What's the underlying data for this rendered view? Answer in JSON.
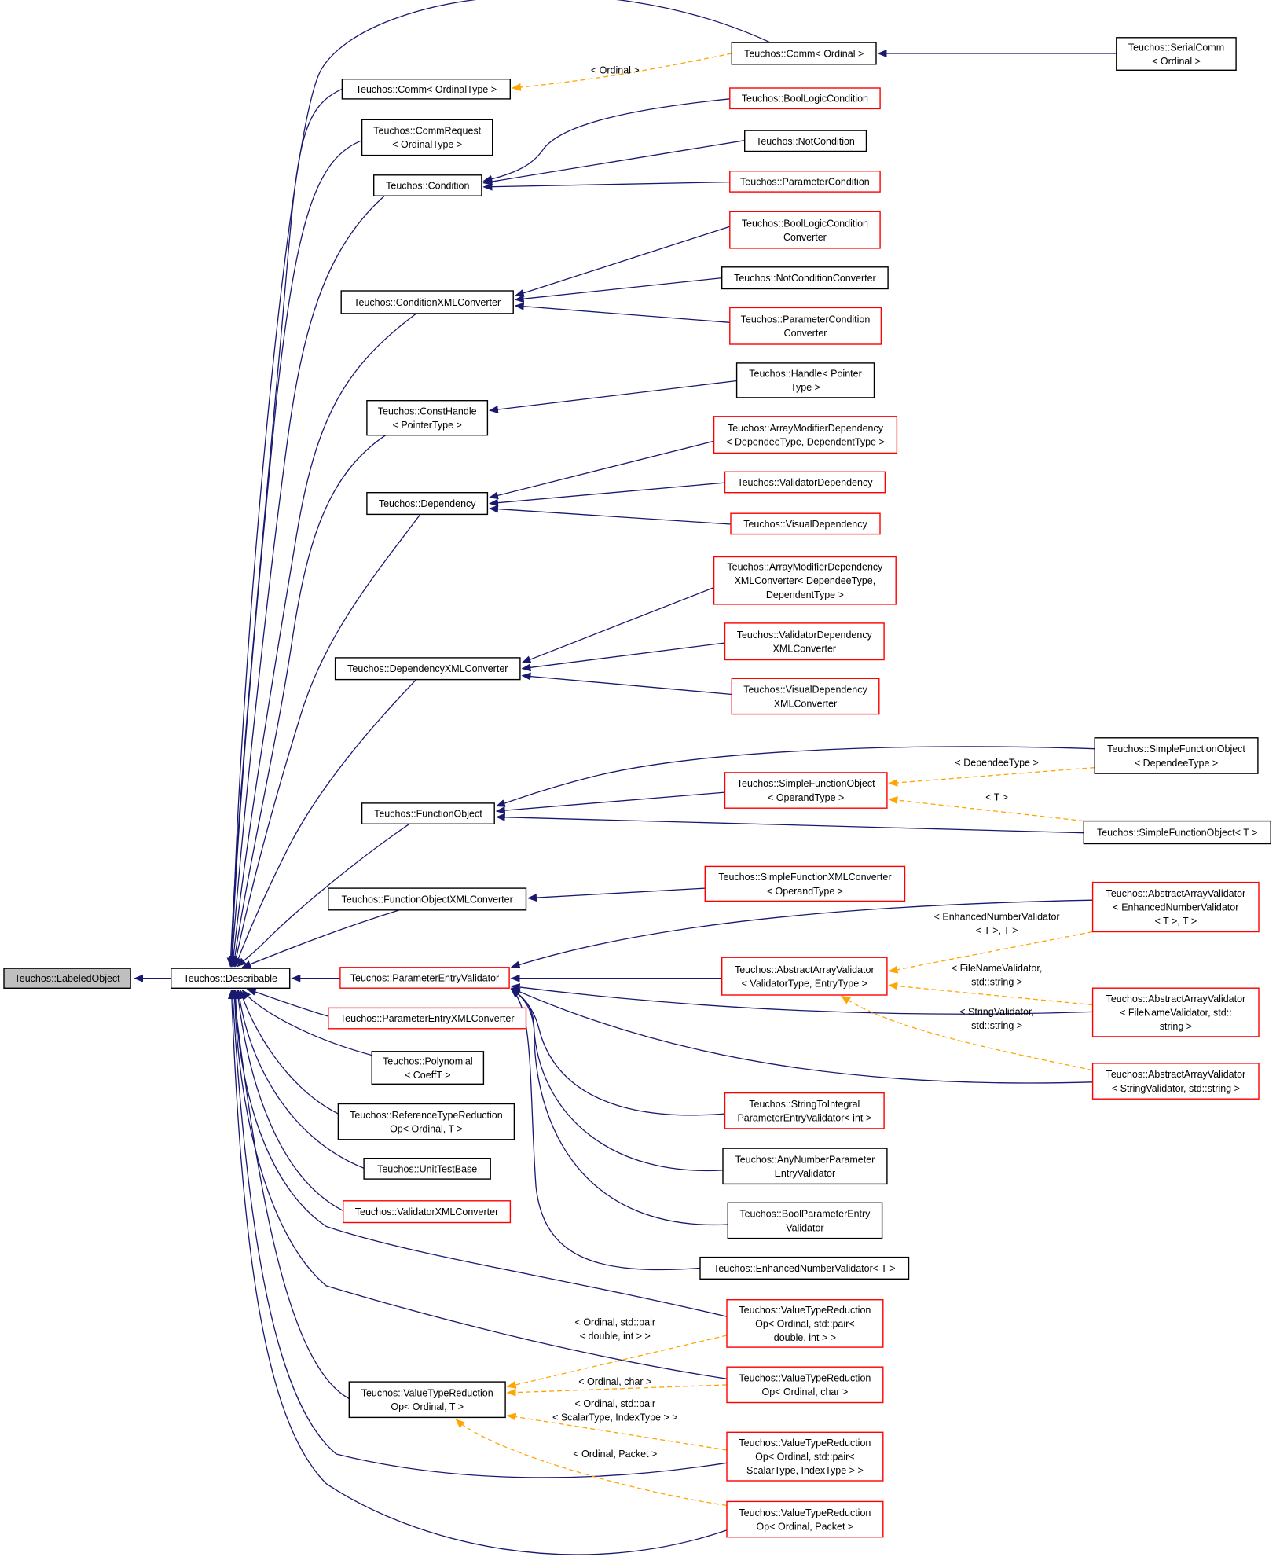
{
  "colors": {
    "inherit_edge": "#191970",
    "template_edge": "#ffa500",
    "documented_border": "#000000",
    "undocumented_border": "#ff0000",
    "root_fill": "#bfbfbf",
    "node_fill": "#ffffff"
  },
  "nodes": {
    "labeledobject": {
      "lines": [
        "Teuchos::LabeledObject"
      ],
      "style": "root"
    },
    "describable": {
      "lines": [
        "Teuchos::Describable"
      ],
      "style": "black"
    },
    "comm_ordinaltype": {
      "lines": [
        "Teuchos::Comm< OrdinalType >"
      ],
      "style": "black"
    },
    "comm_ordinal": {
      "lines": [
        "Teuchos::Comm< Ordinal >"
      ],
      "style": "black"
    },
    "serialcomm": {
      "lines": [
        "Teuchos::SerialComm",
        "< Ordinal >"
      ],
      "style": "black"
    },
    "commrequest": {
      "lines": [
        "Teuchos::CommRequest",
        "< OrdinalType >"
      ],
      "style": "black"
    },
    "condition": {
      "lines": [
        "Teuchos::Condition"
      ],
      "style": "black"
    },
    "boollogiccondition": {
      "lines": [
        "Teuchos::BoolLogicCondition"
      ],
      "style": "red"
    },
    "notcondition": {
      "lines": [
        "Teuchos::NotCondition"
      ],
      "style": "black"
    },
    "parametercondition": {
      "lines": [
        "Teuchos::ParameterCondition"
      ],
      "style": "red"
    },
    "conditionxmlconverter": {
      "lines": [
        "Teuchos::ConditionXMLConverter"
      ],
      "style": "black"
    },
    "boollogicconditionconverter": {
      "lines": [
        "Teuchos::BoolLogicCondition",
        "Converter"
      ],
      "style": "red"
    },
    "notconditionconverter": {
      "lines": [
        "Teuchos::NotConditionConverter"
      ],
      "style": "black"
    },
    "parameterconditionconverter": {
      "lines": [
        "Teuchos::ParameterCondition",
        "Converter"
      ],
      "style": "red"
    },
    "consthandle": {
      "lines": [
        "Teuchos::ConstHandle",
        "< PointerType >"
      ],
      "style": "black"
    },
    "handle": {
      "lines": [
        "Teuchos::Handle< Pointer",
        "Type >"
      ],
      "style": "black"
    },
    "dependency": {
      "lines": [
        "Teuchos::Dependency"
      ],
      "style": "black"
    },
    "arraymodifierdependency": {
      "lines": [
        "Teuchos::ArrayModifierDependency",
        "< DependeeType, DependentType >"
      ],
      "style": "red"
    },
    "validatordependency": {
      "lines": [
        "Teuchos::ValidatorDependency"
      ],
      "style": "red"
    },
    "visualdependency": {
      "lines": [
        "Teuchos::VisualDependency"
      ],
      "style": "red"
    },
    "dependencyxmlconverter": {
      "lines": [
        "Teuchos::DependencyXMLConverter"
      ],
      "style": "black"
    },
    "arraymodifierdependencyxml": {
      "lines": [
        "Teuchos::ArrayModifierDependency",
        "XMLConverter< DependeeType,",
        "DependentType >"
      ],
      "style": "red"
    },
    "validatordependencyxml": {
      "lines": [
        "Teuchos::ValidatorDependency",
        "XMLConverter"
      ],
      "style": "red"
    },
    "visualdependencyxml": {
      "lines": [
        "Teuchos::VisualDependency",
        "XMLConverter"
      ],
      "style": "red"
    },
    "functionobject": {
      "lines": [
        "Teuchos::FunctionObject"
      ],
      "style": "black"
    },
    "simplefunctionobject_operand": {
      "lines": [
        "Teuchos::SimpleFunctionObject",
        "< OperandType >"
      ],
      "style": "red"
    },
    "simplefunctionobject_dependee": {
      "lines": [
        "Teuchos::SimpleFunctionObject",
        "< DependeeType >"
      ],
      "style": "black"
    },
    "simplefunctionobject_t": {
      "lines": [
        "Teuchos::SimpleFunctionObject< T >"
      ],
      "style": "black"
    },
    "functionobjectxmlconverter": {
      "lines": [
        "Teuchos::FunctionObjectXMLConverter"
      ],
      "style": "black"
    },
    "simplefunctionxmlconverter": {
      "lines": [
        "Teuchos::SimpleFunctionXMLConverter",
        "< OperandType >"
      ],
      "style": "red"
    },
    "parameterentryvalidator": {
      "lines": [
        "Teuchos::ParameterEntryValidator"
      ],
      "style": "red"
    },
    "abstractarrayvalidator_enhanced": {
      "lines": [
        "Teuchos::AbstractArrayValidator",
        "< EnhancedNumberValidator",
        "< T >, T >"
      ],
      "style": "red"
    },
    "abstractarrayvalidator": {
      "lines": [
        "Teuchos::AbstractArrayValidator",
        "< ValidatorType, EntryType >"
      ],
      "style": "red"
    },
    "abstractarrayvalidator_filename": {
      "lines": [
        "Teuchos::AbstractArrayValidator",
        "< FileNameValidator, std::",
        "string >"
      ],
      "style": "red"
    },
    "abstractarrayvalidator_string": {
      "lines": [
        "Teuchos::AbstractArrayValidator",
        "< StringValidator, std::string >"
      ],
      "style": "red"
    },
    "stringtointegral": {
      "lines": [
        "Teuchos::StringToIntegral",
        "ParameterEntryValidator< int >"
      ],
      "style": "red"
    },
    "anynumberparameter": {
      "lines": [
        "Teuchos::AnyNumberParameter",
        "EntryValidator"
      ],
      "style": "black"
    },
    "boolparameterentry": {
      "lines": [
        "Teuchos::BoolParameterEntry",
        "Validator"
      ],
      "style": "black"
    },
    "enhancednumbervalidator": {
      "lines": [
        "Teuchos::EnhancedNumberValidator< T >"
      ],
      "style": "black"
    },
    "parameterentryxmlconverter": {
      "lines": [
        "Teuchos::ParameterEntryXMLConverter"
      ],
      "style": "red"
    },
    "polynomial": {
      "lines": [
        "Teuchos::Polynomial",
        "< CoeffT >"
      ],
      "style": "black"
    },
    "referencetypereduction": {
      "lines": [
        "Teuchos::ReferenceTypeReduction",
        "Op< Ordinal, T >"
      ],
      "style": "black"
    },
    "unittestbase": {
      "lines": [
        "Teuchos::UnitTestBase"
      ],
      "style": "black"
    },
    "validatorxmlconverter": {
      "lines": [
        "Teuchos::ValidatorXMLConverter"
      ],
      "style": "red"
    },
    "valuetypereduction": {
      "lines": [
        "Teuchos::ValueTypeReduction",
        "Op< Ordinal, T >"
      ],
      "style": "black"
    },
    "vtr_pair_double_int": {
      "lines": [
        "Teuchos::ValueTypeReduction",
        "Op< Ordinal, std::pair<",
        "double, int > >"
      ],
      "style": "red"
    },
    "vtr_char": {
      "lines": [
        "Teuchos::ValueTypeReduction",
        "Op< Ordinal, char >"
      ],
      "style": "red"
    },
    "vtr_pair_scalar_index": {
      "lines": [
        "Teuchos::ValueTypeReduction",
        "Op< Ordinal, std::pair<",
        "ScalarType, IndexType > >"
      ],
      "style": "red"
    },
    "vtr_packet": {
      "lines": [
        "Teuchos::ValueTypeReduction",
        "Op< Ordinal, Packet >"
      ],
      "style": "red"
    }
  },
  "edge_labels": {
    "comm_ordinal": [
      "< Ordinal >"
    ],
    "sfo_dependee": [
      "< DependeeType >"
    ],
    "sfo_t": [
      "< T >"
    ],
    "aav_enhanced": [
      "< EnhancedNumberValidator",
      "< T >, T >"
    ],
    "aav_filename": [
      "< FileNameValidator,",
      "std::string >"
    ],
    "aav_string": [
      "< StringValidator,",
      "std::string >"
    ],
    "vtr_pair_double_int": [
      "< Ordinal, std::pair",
      "< double, int > >"
    ],
    "vtr_char": [
      "< Ordinal, char >"
    ],
    "vtr_pair_scalar_index": [
      "< Ordinal, std::pair",
      "< ScalarType, IndexType > >"
    ],
    "vtr_packet": [
      "< Ordinal, Packet >"
    ]
  }
}
